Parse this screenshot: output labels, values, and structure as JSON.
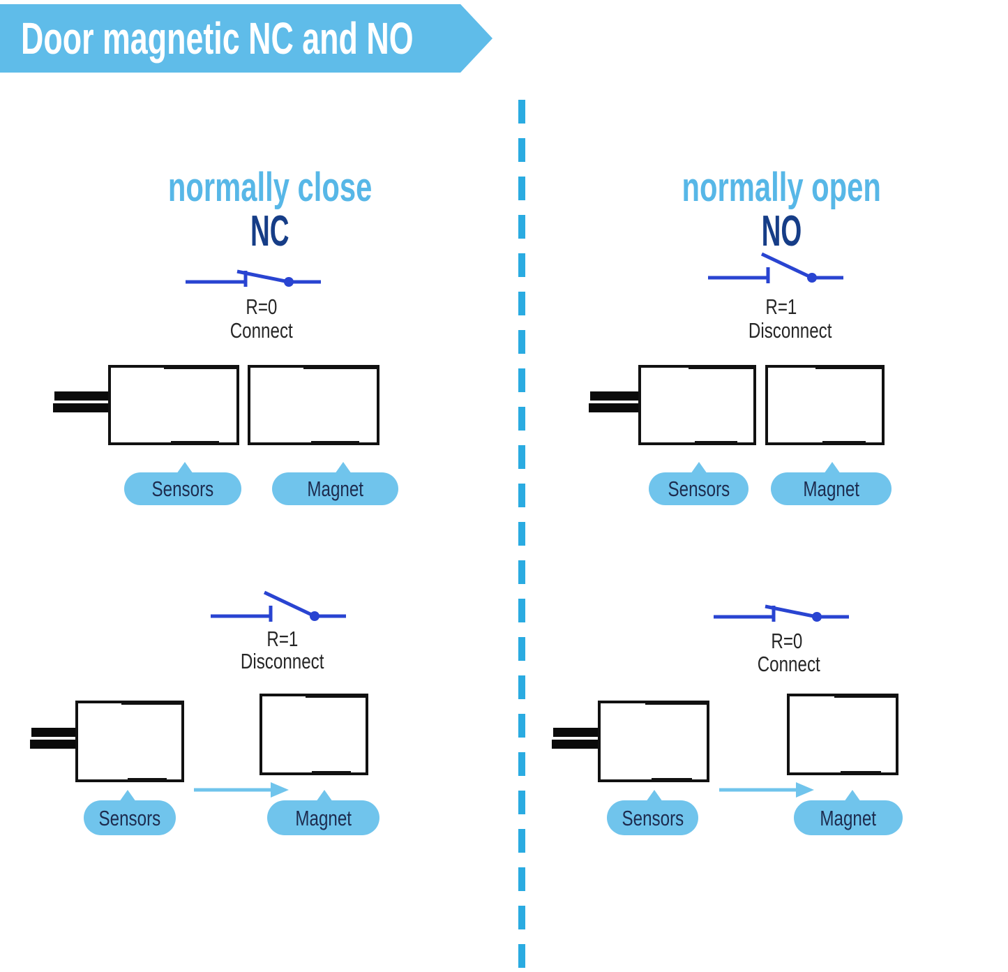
{
  "banner": {
    "title": "Door magnetic NC and NO"
  },
  "colors": {
    "banner_blue": "#5fbce9",
    "dash_blue": "#2aabe1",
    "pill_blue": "#70c4ec",
    "arrow_blue": "#70c4ec",
    "switch_blue": "#2944d1",
    "heading_blue": "#57b7e7",
    "abbr_navy": "#163d87",
    "pill_text": "#1d2c4f",
    "label_text": "#262626",
    "line_black": "#111111"
  },
  "icons": {
    "nc_top_switch": "closed-switch-icon",
    "nc_bottom_switch": "open-switch-icon",
    "no_top_switch": "open-switch-icon",
    "no_bottom_switch": "closed-switch-icon",
    "move_arrow": "right-arrow-icon",
    "divider": "dashed-vertical-divider"
  },
  "nc": {
    "heading": "normally close",
    "abbr": "NC",
    "top": {
      "resistance": "R=0",
      "state": "Connect",
      "sensor_label": "Sensors",
      "magnet_label": "Magnet"
    },
    "bottom": {
      "resistance": "R=1",
      "state": "Disconnect",
      "sensor_label": "Sensors",
      "magnet_label": "Magnet"
    }
  },
  "no": {
    "heading": "normally open",
    "abbr": "NO",
    "top": {
      "resistance": "R=1",
      "state": "Disconnect",
      "sensor_label": "Sensors",
      "magnet_label": "Magnet"
    },
    "bottom": {
      "resistance": "R=0",
      "state": "Connect",
      "sensor_label": "Sensors",
      "magnet_label": "Magnet"
    }
  }
}
